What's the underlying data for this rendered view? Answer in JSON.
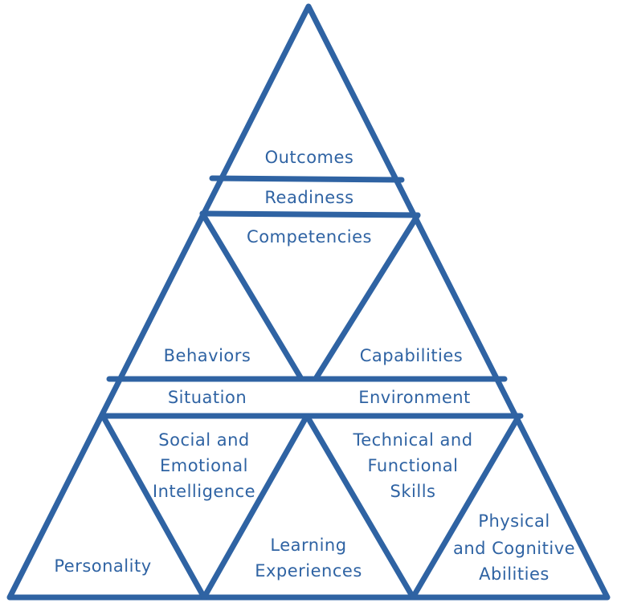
{
  "colors": {
    "line": "#2f63a3",
    "text": "#2f63a3",
    "background": "#ffffff"
  },
  "labels": {
    "outcomes": "Outcomes",
    "readiness": "Readiness",
    "competencies": "Competencies",
    "behaviors": "Behaviors",
    "capabilities": "Capabilities",
    "situation": "Situation",
    "environment": "Environment",
    "social_emotional": [
      "Social and",
      "Emotional",
      "Intelligence"
    ],
    "technical_functional": [
      "Technical and",
      "Functional",
      "Skills"
    ],
    "personality": "Personality",
    "learning_experiences": [
      "Learning",
      "Experiences"
    ],
    "physical_cognitive": [
      "Physical",
      "and Cognitive",
      "Abilities"
    ]
  }
}
